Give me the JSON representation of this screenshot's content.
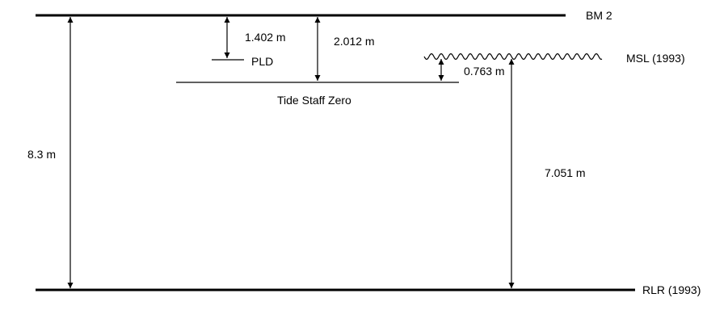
{
  "datums": {
    "bm2": "BM 2",
    "pld": "PLD",
    "tide_staff_zero": "Tide Staff Zero",
    "msl": "MSL (1993)",
    "rlr": "RLR (1993)"
  },
  "measurements": {
    "bm2_to_rlr": "8.3 m",
    "bm2_to_pld": "1.402 m",
    "bm2_to_tsz": "2.012 m",
    "msl_to_tsz": "0.763 m",
    "msl_to_rlr": "7.051 m"
  },
  "colors": {
    "line": "#000000",
    "background": "#ffffff"
  }
}
